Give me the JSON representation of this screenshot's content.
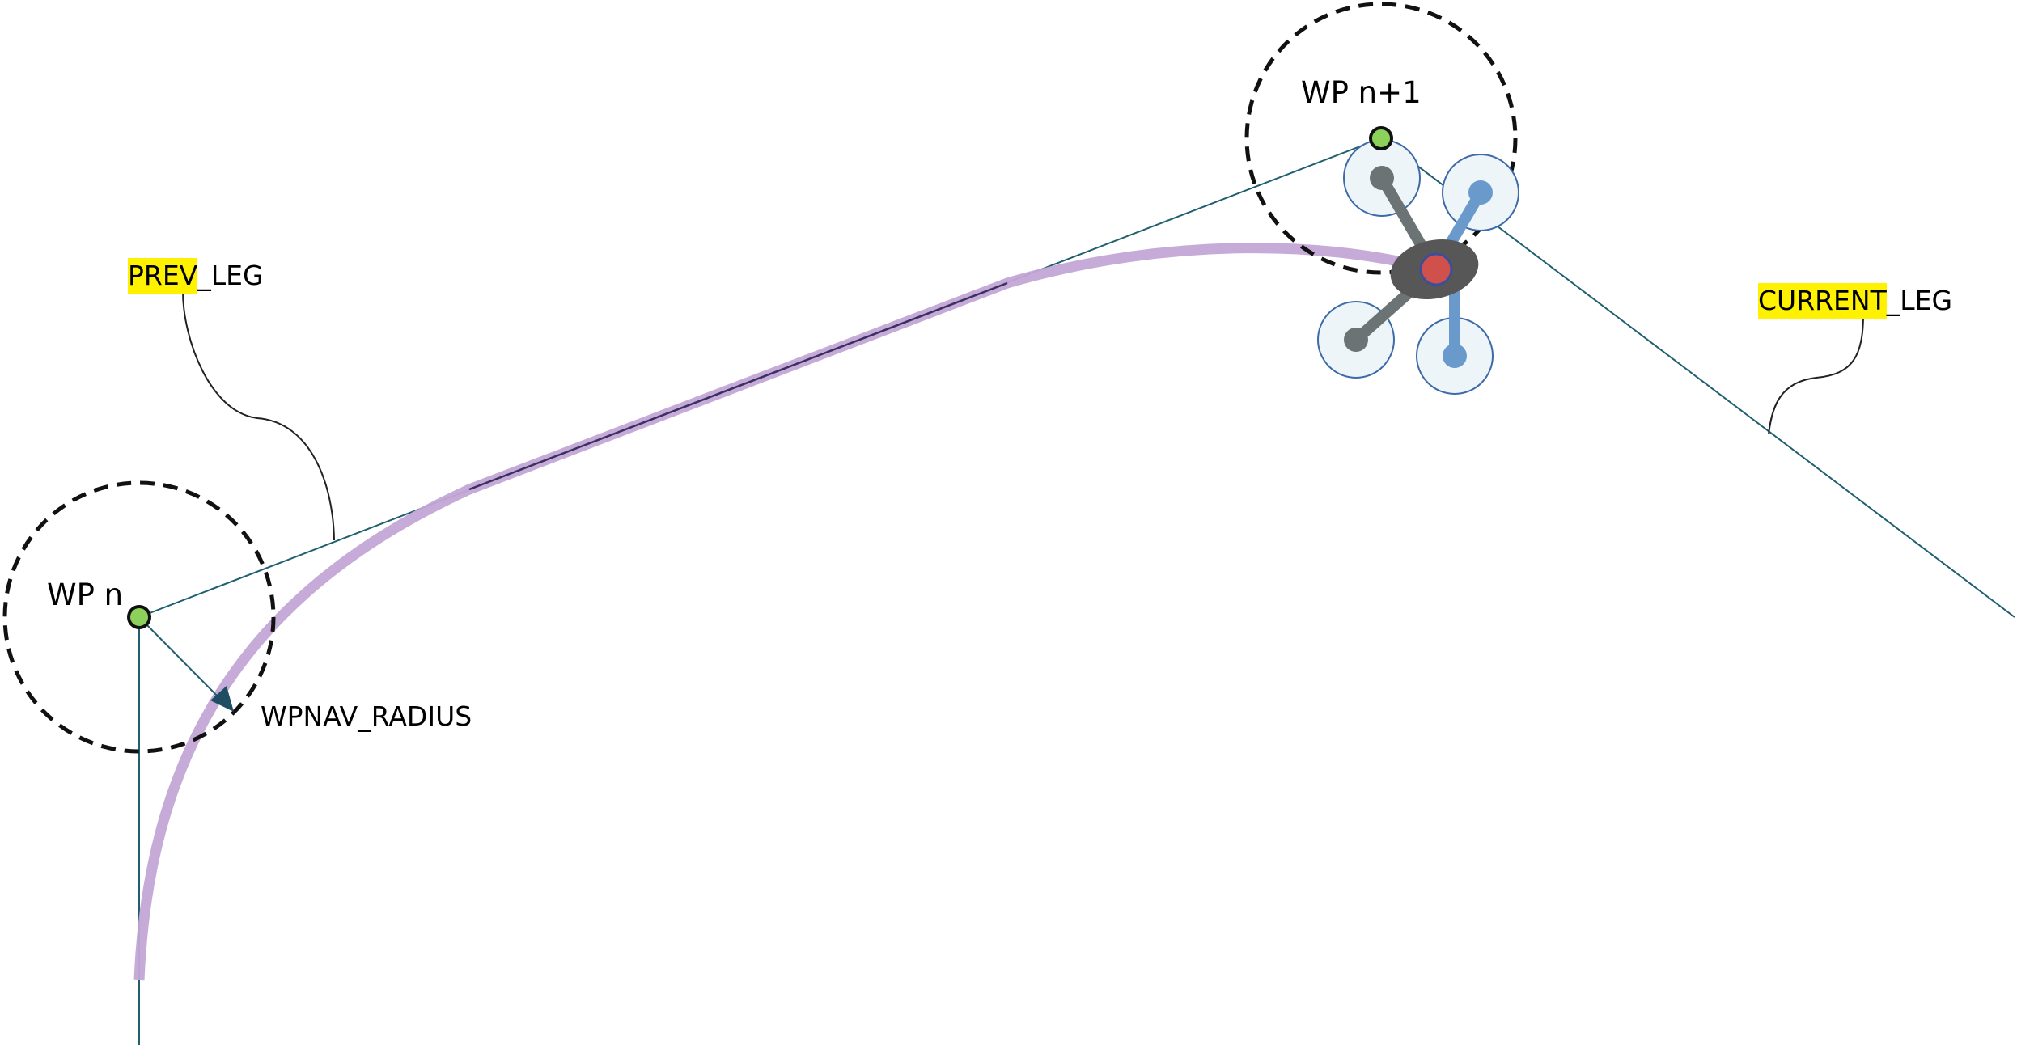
{
  "labels": {
    "wp_prev": "WP n",
    "wp_next": "WP n+1",
    "radius": "WPNAV_RADIUS",
    "prev_leg_hl": "PREV",
    "prev_leg_rest": "_LEG",
    "current_leg_hl": "CURRENT",
    "current_leg_rest": "_LEG"
  },
  "colors": {
    "leg_line": "#1f5f6e",
    "path": "#c3a6d6",
    "waypoint_fill": "#8cd15a",
    "highlight": "#fff200",
    "drone_body": "#575757",
    "drone_arm_grey": "#6b7375",
    "drone_arm_blue": "#6a9acb",
    "drone_center": "#d0504b",
    "rotor_fill": "#eef5f8",
    "rotor_stroke": "#3d6aa8"
  },
  "icons": [
    "waypoint-marker",
    "quadcopter-icon",
    "radius-arrow"
  ]
}
